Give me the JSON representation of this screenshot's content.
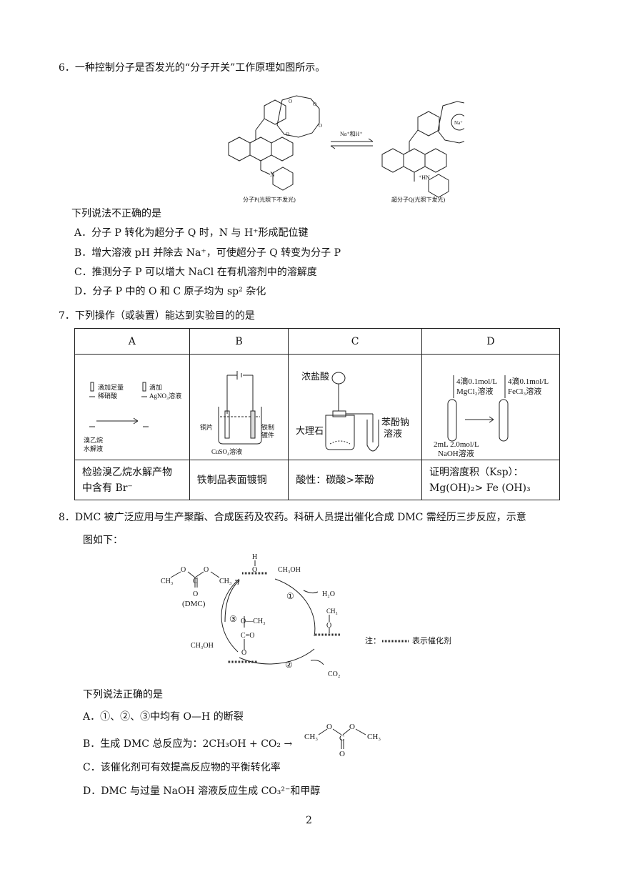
{
  "q6": {
    "stem": "6．一种控制分子是否发光的“分子开关”工作原理如图所示。",
    "arrow_label": "Na⁺和H⁺",
    "label_p": "分子P(光照下不发光)",
    "label_q": "超分子Q(光照下发光)",
    "na_plus": "Na⁺",
    "hn_label": "⁺HN",
    "n_label": "N",
    "o_label": "O",
    "prompt": "下列说法不正确的是",
    "options": [
      "A．分子 P 转化为超分子 Q 时，N 与 H⁺形成配位键",
      "B．增大溶液 pH 并除去 Na⁺，可使超分子 Q 转变为分子 P",
      "C．推测分子 P 可以增大 NaCl 在有机溶剂中的溶解度",
      "D．分子 P 中的 O 和 C 原子均为 sp² 杂化"
    ]
  },
  "q7": {
    "stem": "7．下列操作（或装置）能达到实验目的的是",
    "headers": [
      "A",
      "B",
      "C",
      "D"
    ],
    "fig_a": {
      "t1": "滴加足量",
      "t2": "稀硝酸",
      "t3": "滴加",
      "t4": "AgNO₃溶液",
      "t5": "溴乙烷",
      "t6": "水解液"
    },
    "fig_b": {
      "t1": "铜片",
      "t2": "铁制",
      "t3": "镀件",
      "t4": "CuSO₄溶液"
    },
    "fig_c": {
      "t1": "浓盐酸",
      "t2": "大理石",
      "t3": "苯酚钠",
      "t4": "溶液"
    },
    "fig_d": {
      "t1": "4滴0.1mol/L",
      "t2": "MgCl₂溶液",
      "t3": "4滴0.1mol/L",
      "t4": "FeCl₃溶液",
      "t5": "2mL 2.0mol/L",
      "t6": "NaOH溶液"
    },
    "descs": [
      "检验溴乙烷水解产物中含有 Br⁻",
      "铁制品表面镀铜",
      "酸性：碳酸>苯酚",
      "证明溶度积（Ksp）：Mg(OH)₂> Fe (OH)₃"
    ]
  },
  "q8": {
    "stem_line1": "8．DMC 被广泛应用与生产聚酯、合成医药及农药。科研人员提出催化合成 DMC 需经历三步反应，示意",
    "stem_line2": "图如下：",
    "diagram": {
      "dmc": "(DMC)",
      "ch3": "CH₃",
      "o": "O",
      "c": "C",
      "h": "H",
      "ch3oh_top": "CH₃OH",
      "ch3oh_left": "CH₃OH",
      "h2o": "H₂O",
      "co2": "CO₂",
      "och3": "O—CH₃",
      "c_eq_o": "C=O",
      "step1": "①",
      "step2": "②",
      "step3": "③",
      "note": "注：",
      "note_text": "表示催化剂"
    },
    "prompt": "下列说法正确的是",
    "options": [
      "A．①、②、③中均有 O—H 的断裂",
      "B．生成 DMC 总反应为：2CH₃OH + CO₂ →",
      "C．该催化剂可有效提高反应物的平衡转化率",
      "D．DMC 与过量 NaOH 溶液反应生成 CO₃²⁻和甲醇"
    ]
  },
  "page_number": "2"
}
